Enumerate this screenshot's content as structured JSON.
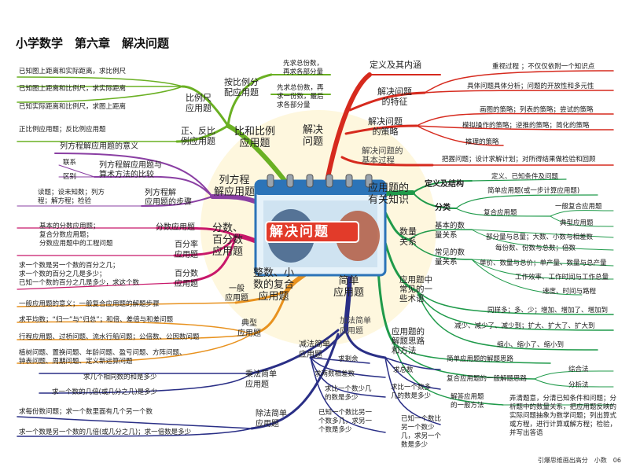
{
  "title": "小学数学　第六章　解决问题",
  "footer": "引爆思维画出高分　小数　06",
  "center": "解决问题",
  "branches": {
    "solve": {
      "main": "解决\n问题",
      "def": "定义及其内涵",
      "feature": "解决问题\n的特征",
      "feature_items": [
        "重视过程 ；不仅仅依附一个知识点",
        "具体问题具体分析；问题的开放性和多元性"
      ],
      "strategy": "解决问题\n的策略",
      "strategy_items": [
        "画图的策略；列表的策略；尝试的策略",
        "模拟操作的策略；逆推的策略；简化的策略",
        "推理的策略"
      ],
      "process": "解决问题的\n基本过程",
      "process_item": "把握问题；设计求解计划；对所得结果做检验和回顾"
    },
    "app": {
      "main": "应用题的\n有关知识",
      "def": "定义及结构",
      "def_item": "定义、已知条件及问题",
      "classify": "分类",
      "simple": "简单应用题(或一步计算应用题)",
      "compound": "复合应用题",
      "compound_items": [
        "一般复合应用题",
        "典型应用题"
      ],
      "relation": "数量\n关系",
      "basic": "基本的数\n量关系",
      "basic_items": [
        "部分量与总量；大数、小数与相差数",
        "每份数、份数与总数；倍数"
      ],
      "common": "常见的数\n量关系",
      "common_items": [
        "单价、数量与总价；单产量、数量与总产量",
        "工作效率、工作时间与工作总量",
        "速度、时间与路程"
      ],
      "terms": "应用题中\n常见的一\n些术语",
      "terms_items": [
        "同样多；多、少；增加、增加了、增加到",
        "减少、减少了、减少到；扩大、扩大了、扩大到",
        "缩小、缩小了、缩小到"
      ],
      "approach": "应用题的\n解题思路\n和方法",
      "simple_approach": "简单应用题的解题思路",
      "compound_approach": "复合应用题的一般解题思路",
      "compound_methods": [
        "综合法",
        "分析法"
      ],
      "steps": "解答应用题\n的一般方法",
      "steps_text": "弄清题意，分清已知条件和问题；分析题中的数量关系，把应用题反映的实际问题抽象为数学问题；列出算式或方程，进行计算或解方程；检验，并写出答语"
    },
    "simple": {
      "main": "简单\n应用题",
      "add": "加法简单\n应用题",
      "add_items": [
        "求总数",
        "求比一个数多几的数是多少",
        "已知一个数比另一个数少几，求另一个数是多少"
      ],
      "sub": "减法简单\n应用题",
      "sub_items": [
        "求剩余",
        "求两数相差数",
        "求比一个数少几的数是多少",
        "已知一个数比另一个数多几，求另一个数是多少"
      ],
      "mul": "乘法简单\n应用题",
      "mul_items": [
        "求几个相同数的和是多少",
        "求一个数的几倍(或几分之几)是多少"
      ],
      "div": "除法简单\n应用题",
      "div_items": [
        "求每份数问题；求一个数里面有几个另一个数",
        "求一个数是另一个数的几倍(或几分之几)；求一倍数是多少"
      ]
    },
    "compound": {
      "main": "整数、小\n数的复合\n应用题",
      "general": "一般\n应用题",
      "general_item": "一般应用题的意义；一般复合应用题的解题步骤",
      "typical": "典型\n应用题",
      "typical_items": [
        "求平均数；“归一”与“归总”；和倍、差倍与和差问题",
        "行程应用题、过桥问题、流水行船问题；公倍数、公因数问题",
        "植树问题、置换问题、年龄问题、盈亏问题、方阵问题、钟表问题、周期问题、定义新运算问题"
      ]
    },
    "fraction": {
      "main": "分数、\n百分数\n应用题",
      "frac": "分数应用题",
      "frac_items": "基本的分数应用题；\n复合分数应用题；\n分数应用题中的工程问题",
      "pct": "百分率\n应用题",
      "pct_items": "求一个数是另一个数的百分之几；\n求一个数的百分之几是多少；\n已知一个数的百分之几是多少，求这个数",
      "pctnum": "百分数\n应用题"
    },
    "equation": {
      "main": "列方程\n解应用题",
      "meaning": "列方程解应用题的意义",
      "compare": "列方程解应用题与\n算术方法的比较",
      "compare_items": [
        "联系",
        "区别"
      ],
      "steps": "列方程解\n应用题的步骤",
      "steps_items": "读题；设未知数；列方\n程；解方程；检验"
    },
    "ratio": {
      "main": "比和比例\n应用题",
      "alloc": "按比例分\n配应用题",
      "alloc_items": [
        "先求总份数，\n再求各部分量",
        "先求总份数，再\n求一份数，最后\n求各部分量"
      ],
      "scale": "比例尺\n应用题",
      "scale_items": [
        "已知图上距离和实际距离，求比例尺",
        "已知图上距离和比例尺，求实际距离",
        "已知实际距离和比例尺，求图上距离"
      ],
      "pos": "正、反比\n例应用题",
      "pos_item": "正比例应用题；反比例应用题"
    }
  },
  "colors": {
    "green": "#6ab023",
    "red": "#d62a1e",
    "teal": "#1f9a4a",
    "navy": "#2a2f86",
    "orange": "#e8921f",
    "purple": "#8a3fa3",
    "magenta": "#c8176a"
  }
}
